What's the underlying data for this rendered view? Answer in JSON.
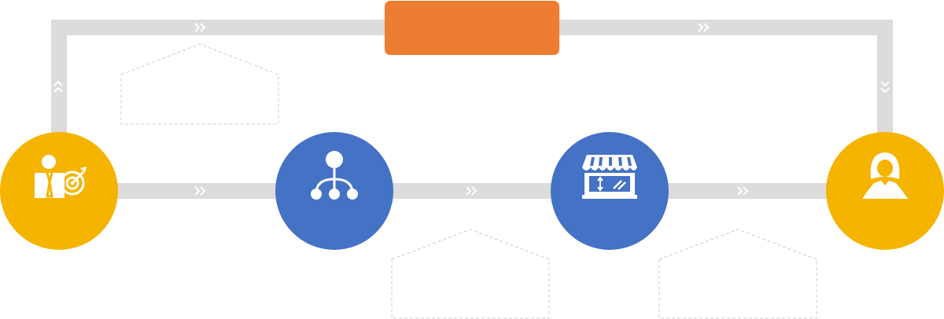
{
  "colors": {
    "connector": "#dcdcdc",
    "connector_arrow": "#ffffff",
    "top_box": "#ed7d31",
    "node_gold": "#f5b400",
    "node_blue": "#4472c4",
    "icon": "#ffffff",
    "placeholder_border": "#cccccc",
    "background": "#ffffff"
  },
  "top_box": {
    "label": ""
  },
  "nodes": [
    {
      "id": "businessman-target",
      "icon": "businessman-target-icon",
      "color": "gold",
      "label": ""
    },
    {
      "id": "hierarchy",
      "icon": "hierarchy-network-icon",
      "color": "blue",
      "label": ""
    },
    {
      "id": "store",
      "icon": "storefront-icon",
      "color": "blue",
      "label": ""
    },
    {
      "id": "customer",
      "icon": "woman-user-icon",
      "color": "gold",
      "label": ""
    }
  ],
  "placeholders": [
    {
      "id": "upper-left",
      "text": ""
    },
    {
      "id": "lower-middle",
      "text": ""
    },
    {
      "id": "lower-right",
      "text": ""
    }
  ]
}
